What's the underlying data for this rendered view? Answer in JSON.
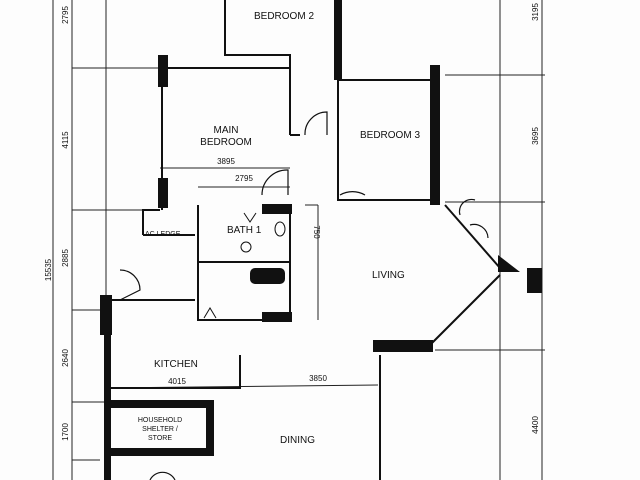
{
  "rooms": {
    "bedroom2": "BEDROOM 2",
    "main_bedroom_1": "MAIN",
    "main_bedroom_2": "BEDROOM",
    "bedroom3": "BEDROOM 3",
    "ac_ledge": "AC LEDGE",
    "bath1": "BATH 1",
    "living": "LIVING",
    "kitchen": "KITCHEN",
    "shelter_1": "HOUSEHOLD",
    "shelter_2": "SHELTER /",
    "shelter_3": "STORE",
    "dining": "DINING"
  },
  "dimensions": {
    "left_overall": "15535",
    "left_1": "2795",
    "left_2": "4115",
    "left_3": "2885",
    "left_4": "2640",
    "left_5": "1700",
    "right_1": "3195",
    "right_2": "3695",
    "right_3": "4400",
    "main_bedroom_width": "3895",
    "bath_width": "2795",
    "kitchen_width": "4015",
    "dining_width": "3850",
    "bath_side": "750"
  }
}
